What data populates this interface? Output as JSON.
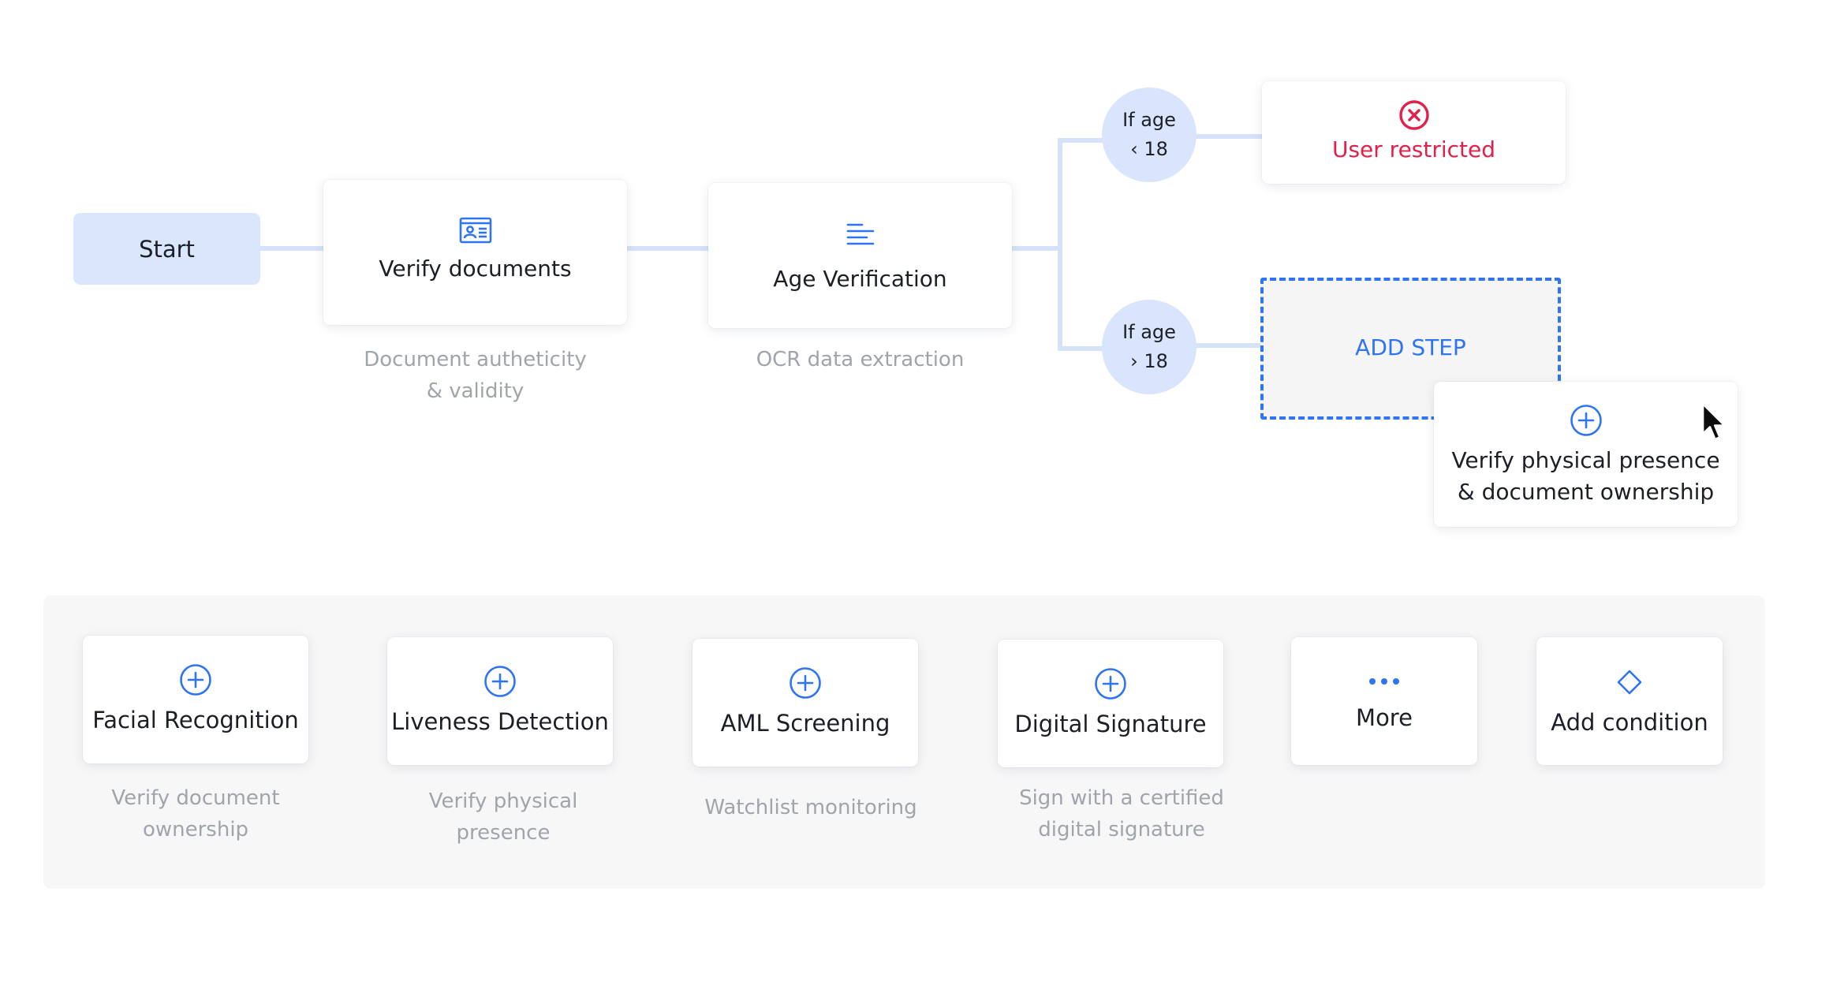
{
  "flow": {
    "start_label": "Start",
    "verify_documents": {
      "title": "Verify documents",
      "subtitle": "Document autheticity\n& validity",
      "icon": "id-card-icon"
    },
    "age_verification": {
      "title": "Age Verification",
      "subtitle": "OCR data extraction",
      "icon": "text-lines-icon"
    },
    "conditions": [
      {
        "line1": "If age",
        "line2": "‹ 18"
      },
      {
        "line1": "If age",
        "line2": "› 18"
      }
    ],
    "user_restricted": {
      "title": "User restricted",
      "icon": "x-circle-icon"
    },
    "add_step_label": "ADD STEP",
    "dragged_card": {
      "title": "Verify physical presence\n& document ownership",
      "icon": "plus-circle-icon"
    }
  },
  "palette": {
    "items": [
      {
        "title": "Facial Recognition",
        "subtitle": "Verify document\nownership",
        "icon": "plus-circle-icon"
      },
      {
        "title": "Liveness Detection",
        "subtitle": "Verify physical\npresence",
        "icon": "plus-circle-icon"
      },
      {
        "title": "AML Screening",
        "subtitle": "Watchlist monitoring",
        "icon": "plus-circle-icon"
      },
      {
        "title": "Digital Signature",
        "subtitle": "Sign with a certified\ndigital signature",
        "icon": "plus-circle-icon"
      },
      {
        "title": "More",
        "subtitle": "",
        "icon": "ellipsis-icon"
      },
      {
        "title": "Add condition",
        "subtitle": "",
        "icon": "diamond-icon"
      }
    ]
  },
  "colors": {
    "accent": "#2f74f0",
    "connector": "#d6e2fa",
    "start_fill": "#dae6fc",
    "condition_fill": "#d9e5fc",
    "error": "#e3204a",
    "muted_text": "#a0a4ab",
    "palette_background": "#f7f7f8"
  }
}
